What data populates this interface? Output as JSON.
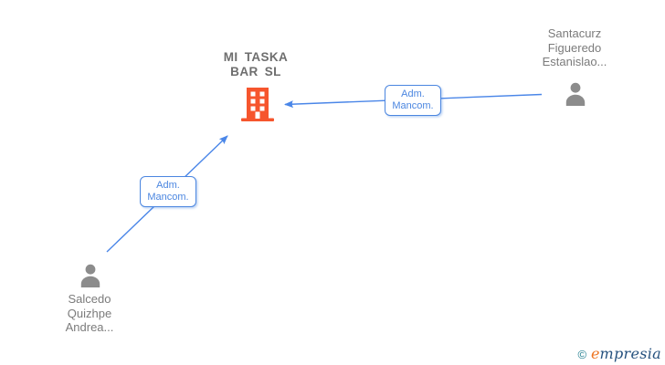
{
  "diagram": {
    "company": {
      "name_line1": "MI TASKA",
      "name_line2": "BAR SL",
      "icon": "building-icon"
    },
    "people": [
      {
        "name_line1": "Santacurz",
        "name_line2": "Figueredo",
        "name_line3": "Estanislao...",
        "icon": "person-icon"
      },
      {
        "name_line1": "Salcedo",
        "name_line2": "Quizhpe",
        "name_line3": "Andrea...",
        "icon": "person-icon"
      }
    ],
    "edges": [
      {
        "label_line1": "Adm.",
        "label_line2": "Mancom.",
        "from": "Santacurz Figueredo Estanislao...",
        "to": "MI TASKA BAR SL",
        "direction": "arrow-points-to-company"
      },
      {
        "label_line1": "Adm.",
        "label_line2": "Mancom.",
        "from": "Salcedo Quizhpe Andrea...",
        "to": "MI TASKA BAR SL",
        "direction": "arrow-points-to-company"
      }
    ],
    "colors": {
      "edge_blue": "#4A86E8",
      "building_orange": "#F6552D",
      "person_gray": "#8C8C8C",
      "name_text_gray": "#7B7B7B",
      "company_text_gray": "#6E6E6E",
      "label_text_blue": "#4B86E0"
    }
  },
  "watermark": {
    "copyright_symbol": "©",
    "brand_initial": "e",
    "brand_rest": "mpresia",
    "copyright_color": "#1F7D8F",
    "initial_color": "#EE7420",
    "brand_color": "#25517E"
  }
}
